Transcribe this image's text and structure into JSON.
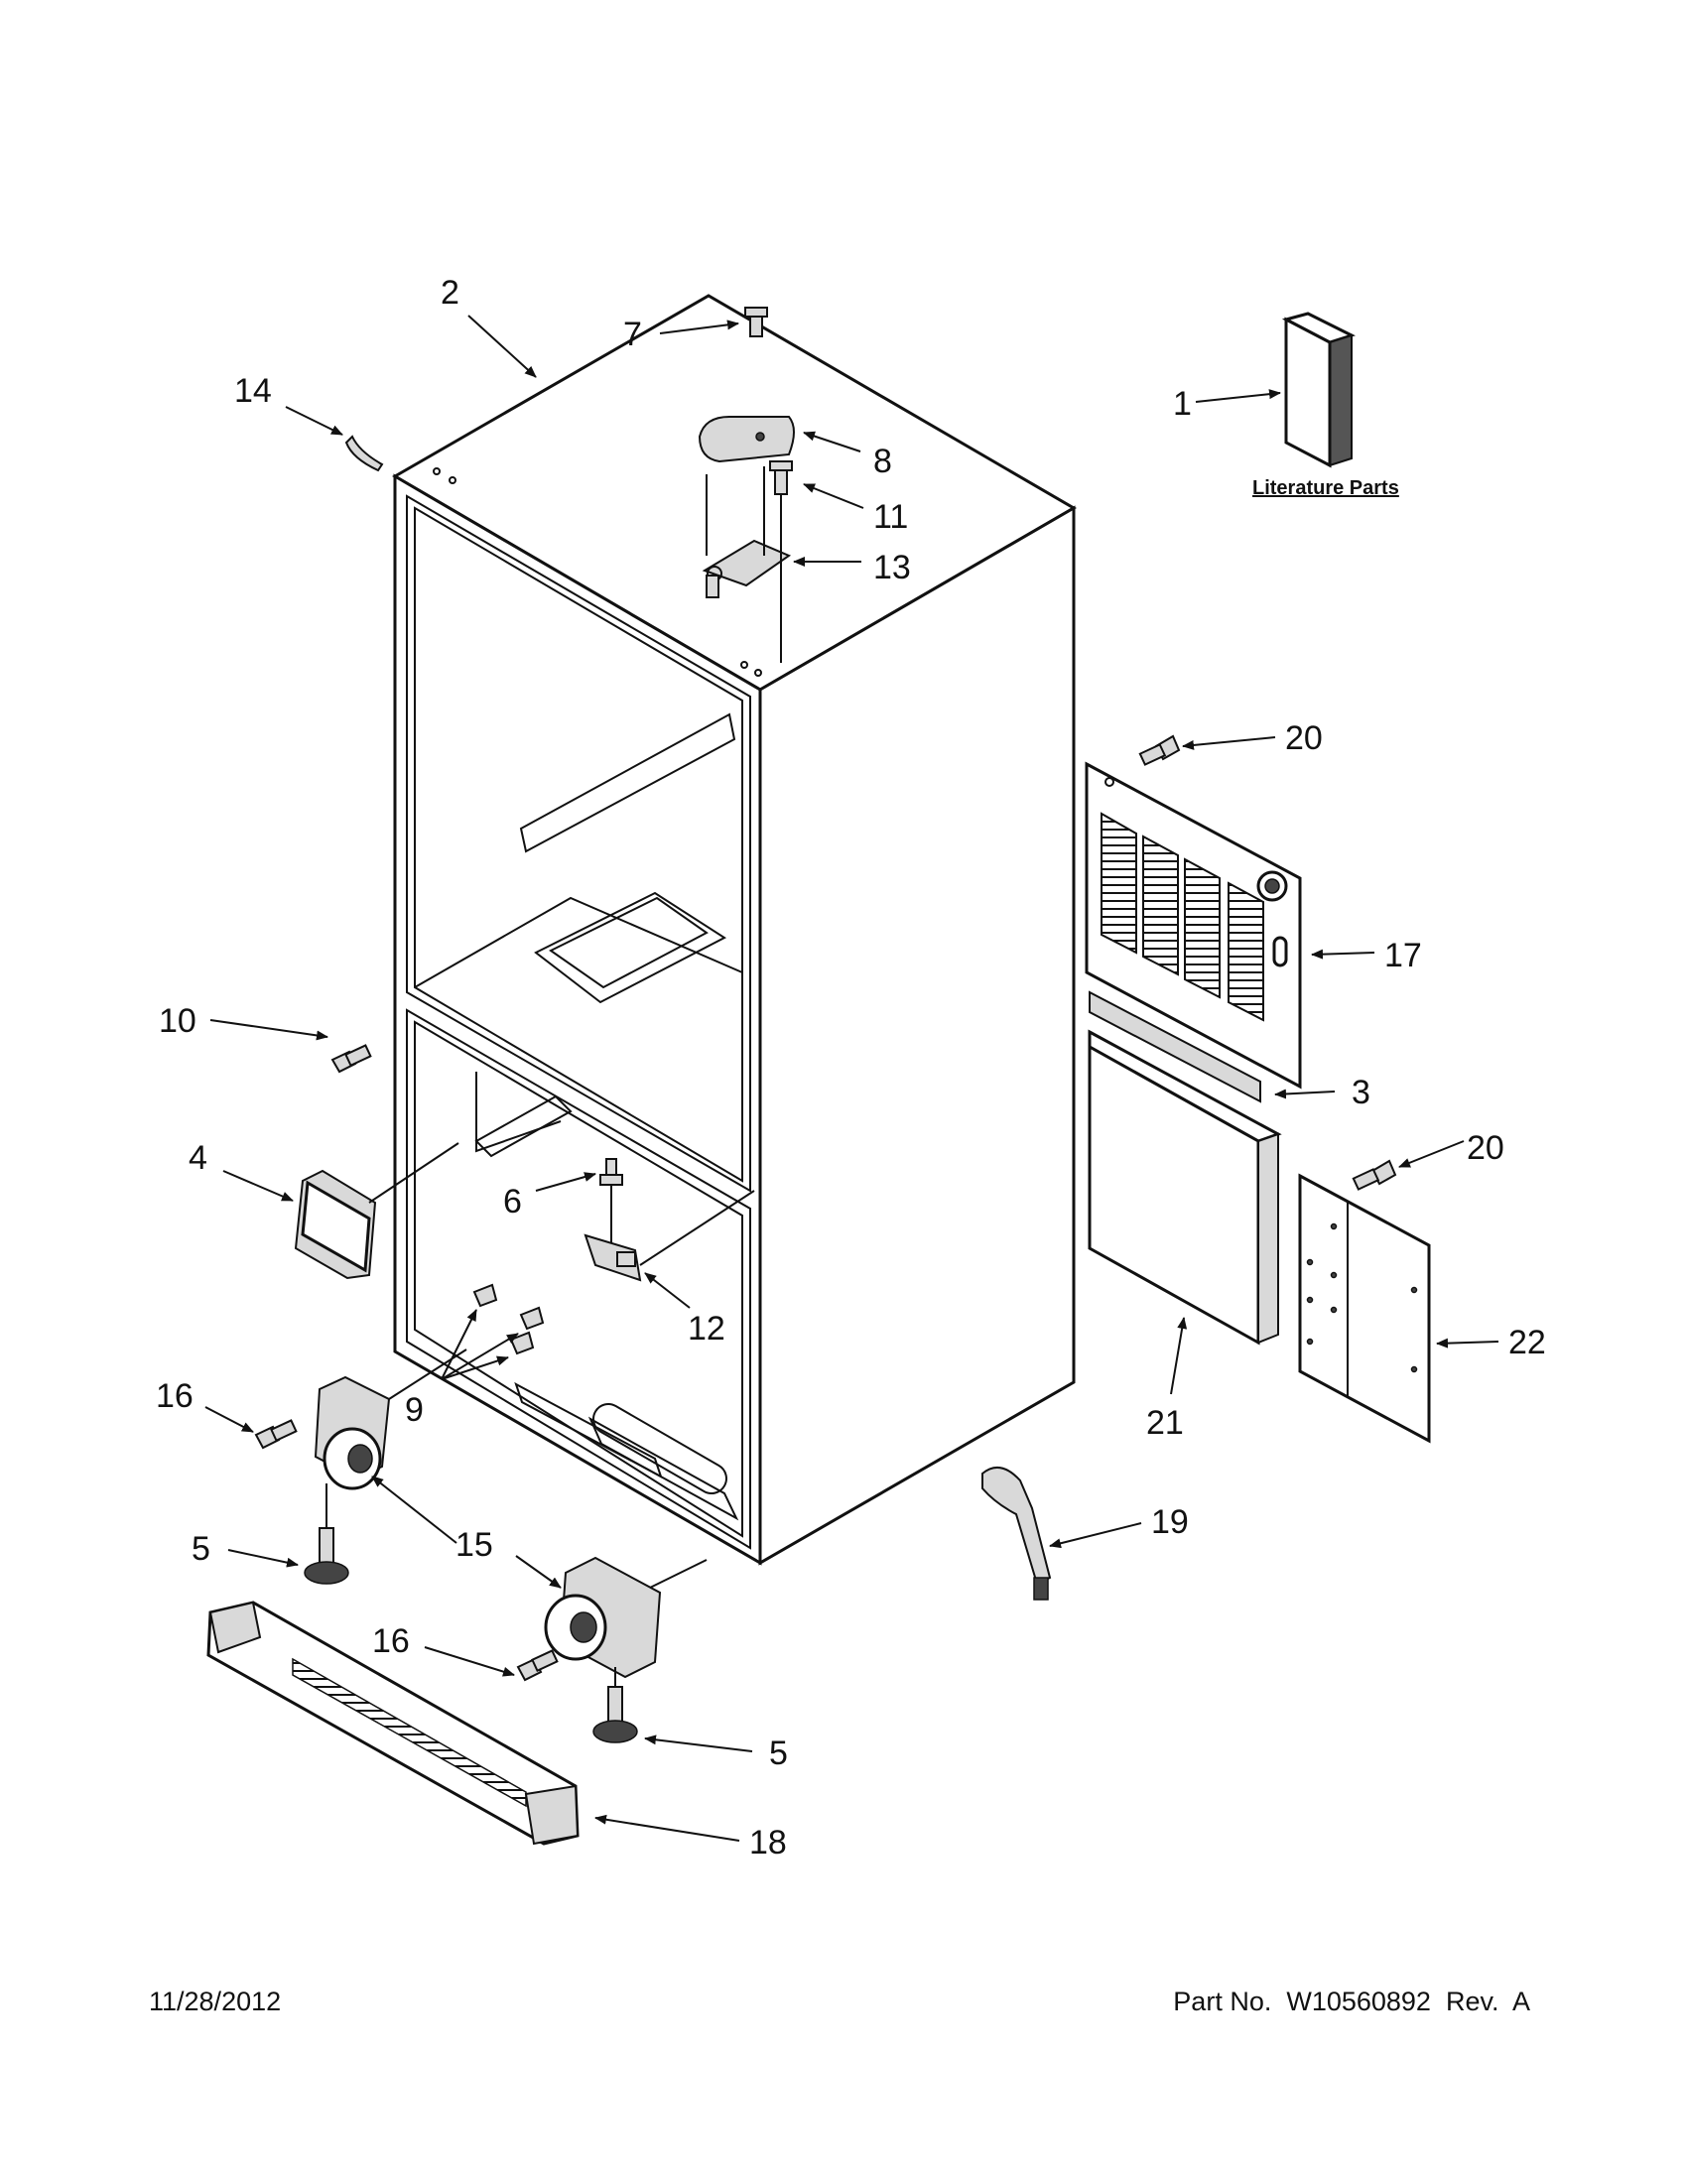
{
  "callouts": {
    "c1": "1",
    "c2": "2",
    "c3": "3",
    "c4": "4",
    "c5a": "5",
    "c5b": "5",
    "c6": "6",
    "c7": "7",
    "c8": "8",
    "c9": "9",
    "c10": "10",
    "c11": "11",
    "c12": "12",
    "c13": "13",
    "c14": "14",
    "c15": "15",
    "c16a": "16",
    "c16b": "16",
    "c17": "17",
    "c18": "18",
    "c19": "19",
    "c20a": "20",
    "c20b": "20",
    "c21": "21",
    "c22": "22"
  },
  "literature_label": "Literature Parts",
  "footer": {
    "date": "11/28/2012",
    "part_number": "Part No.  W10560892  Rev.  A"
  }
}
